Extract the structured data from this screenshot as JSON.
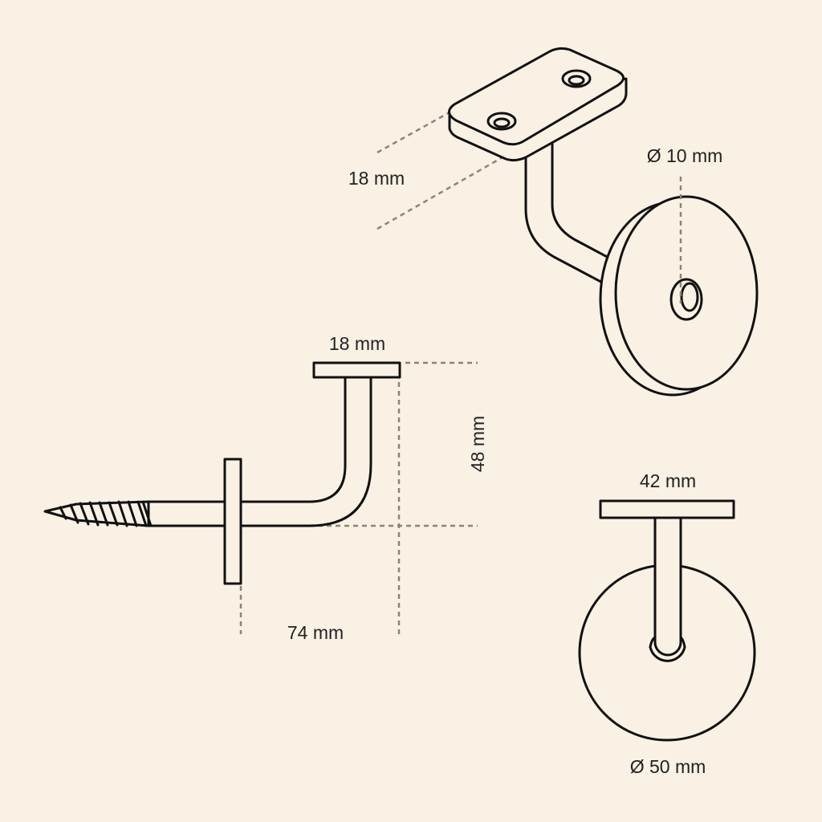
{
  "title": "Handrail bracket dimension drawing",
  "colors": {
    "background": "#f8f1e4",
    "line": "#111111",
    "dimension": "#8c8474"
  },
  "views": {
    "isometric": {
      "plate_thickness": "18 mm",
      "hole_diameter": "Ø 10 mm"
    },
    "side": {
      "top_plate_width": "18 mm",
      "height": "48 mm",
      "projection": "74 mm"
    },
    "front": {
      "top_plate_length": "42 mm",
      "base_diameter": "Ø 50 mm"
    }
  }
}
